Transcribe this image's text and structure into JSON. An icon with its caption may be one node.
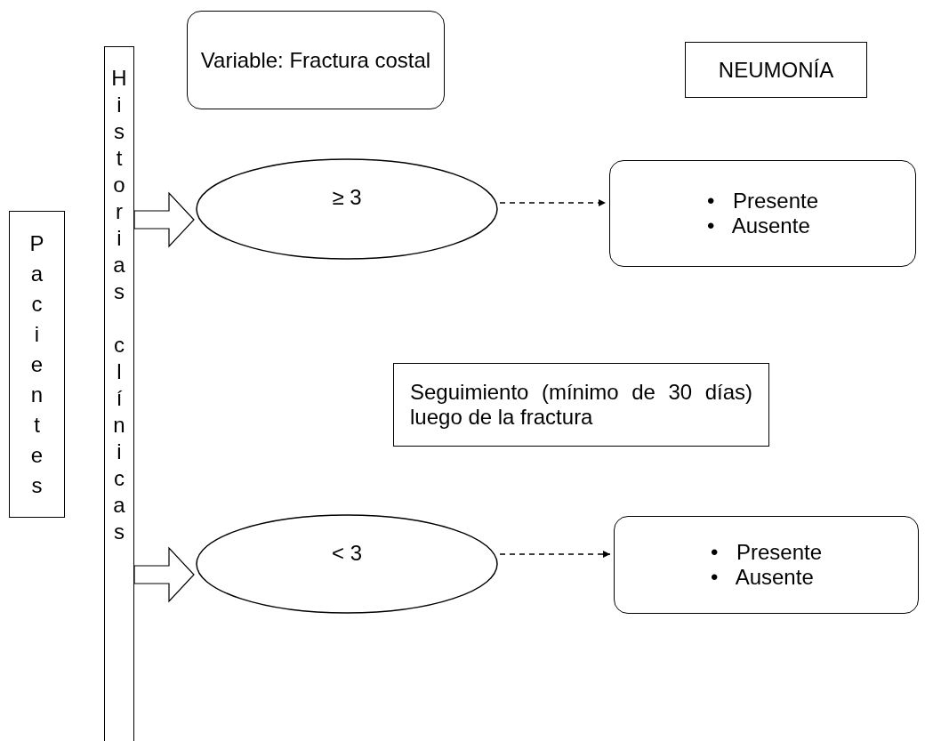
{
  "diagram": {
    "nodes": [
      {
        "text": [
          "Pacientes"
        ]
      },
      {
        "text": [
          "Historias clínicas"
        ]
      },
      {
        "text": [
          "Variable: Fractura costal"
        ]
      },
      {
        "text": [
          "NEUMONÍA"
        ]
      },
      {
        "text": [
          "≥ 3"
        ]
      },
      {
        "text": [
          "• Presente",
          "• Ausente"
        ]
      },
      {
        "text": [
          "Seguimiento (mínimo de 30 días) luego de la fractura"
        ]
      },
      {
        "text": [
          "< 3"
        ]
      },
      {
        "text": [
          "• Presente",
          "• Ausente"
        ]
      }
    ],
    "edges": [
      {
        "from": 1,
        "to": 4,
        "arrow": "to",
        "style": "thick"
      },
      {
        "from": 4,
        "to": 5,
        "arrow": "to",
        "style": "dashed"
      },
      {
        "from": 1,
        "to": 7,
        "arrow": "to",
        "style": "thick"
      },
      {
        "from": 7,
        "to": 8,
        "arrow": "to",
        "style": "dashed"
      }
    ]
  }
}
